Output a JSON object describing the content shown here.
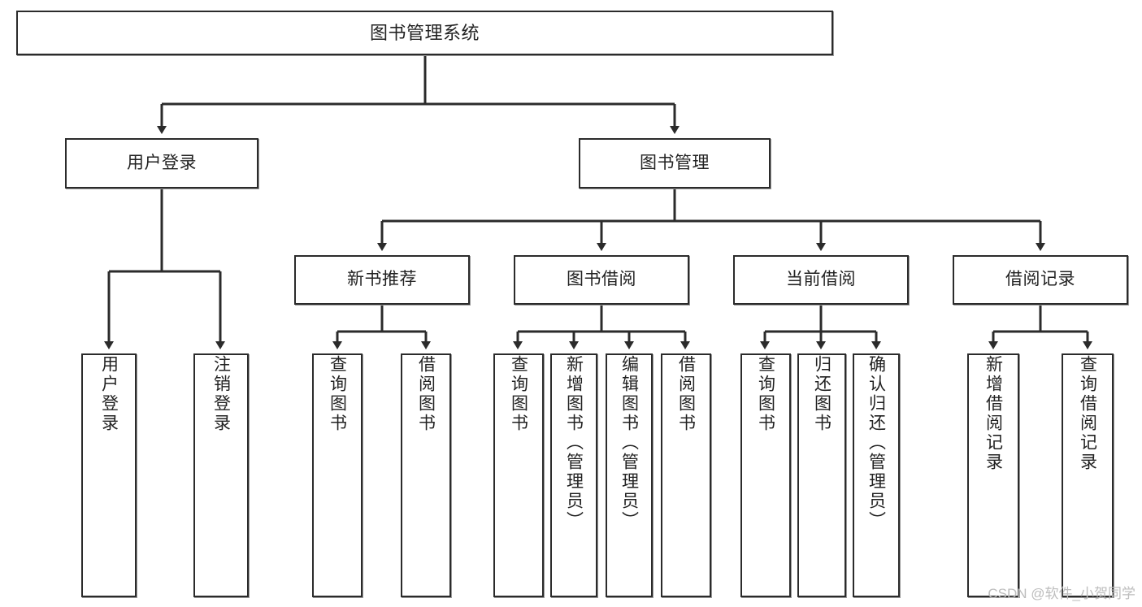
{
  "diagram": {
    "title": "图书管理系统",
    "type": "tree",
    "colors": {
      "box_border": "#2b2b2b",
      "box_fill": "#ffffff",
      "edge": "#2b2b2b",
      "text": "#222222",
      "watermark": "#bdbdbd"
    },
    "nodes": {
      "root": {
        "label": "图书管理系统"
      },
      "level2": [
        {
          "id": "user-login",
          "label": "用户登录"
        },
        {
          "id": "book-manage",
          "label": "图书管理"
        }
      ],
      "level3": [
        {
          "id": "new-book-recommend",
          "label": "新书推荐"
        },
        {
          "id": "book-borrow",
          "label": "图书借阅"
        },
        {
          "id": "current-borrow",
          "label": "当前借阅"
        },
        {
          "id": "borrow-record",
          "label": "借阅记录"
        }
      ],
      "leaves": [
        {
          "id": "leaf-user-login",
          "label": "用户登录",
          "parent": "user-login"
        },
        {
          "id": "leaf-user-logout",
          "label": "注销登录",
          "parent": "user-login"
        },
        {
          "id": "leaf-query-book-1",
          "label": "查询图书",
          "parent": "new-book-recommend"
        },
        {
          "id": "leaf-borrow-book-1",
          "label": "借阅图书",
          "parent": "new-book-recommend"
        },
        {
          "id": "leaf-query-book-2",
          "label": "查询图书",
          "parent": "book-borrow"
        },
        {
          "id": "leaf-add-book",
          "label": "新增图书（管理员）",
          "parent": "book-borrow"
        },
        {
          "id": "leaf-edit-book",
          "label": "编辑图书（管理员）",
          "parent": "book-borrow"
        },
        {
          "id": "leaf-borrow-book-2",
          "label": "借阅图书",
          "parent": "book-borrow"
        },
        {
          "id": "leaf-query-book-3",
          "label": "查询图书",
          "parent": "current-borrow"
        },
        {
          "id": "leaf-return-book",
          "label": "归还图书",
          "parent": "current-borrow"
        },
        {
          "id": "leaf-confirm-return",
          "label": "确认归还（管理员）",
          "parent": "current-borrow"
        },
        {
          "id": "leaf-add-record",
          "label": "新增借阅记录",
          "parent": "borrow-record"
        },
        {
          "id": "leaf-query-record",
          "label": "查询借阅记录",
          "parent": "borrow-record"
        }
      ]
    },
    "watermark": "CSDN @软件_小贺同学"
  }
}
